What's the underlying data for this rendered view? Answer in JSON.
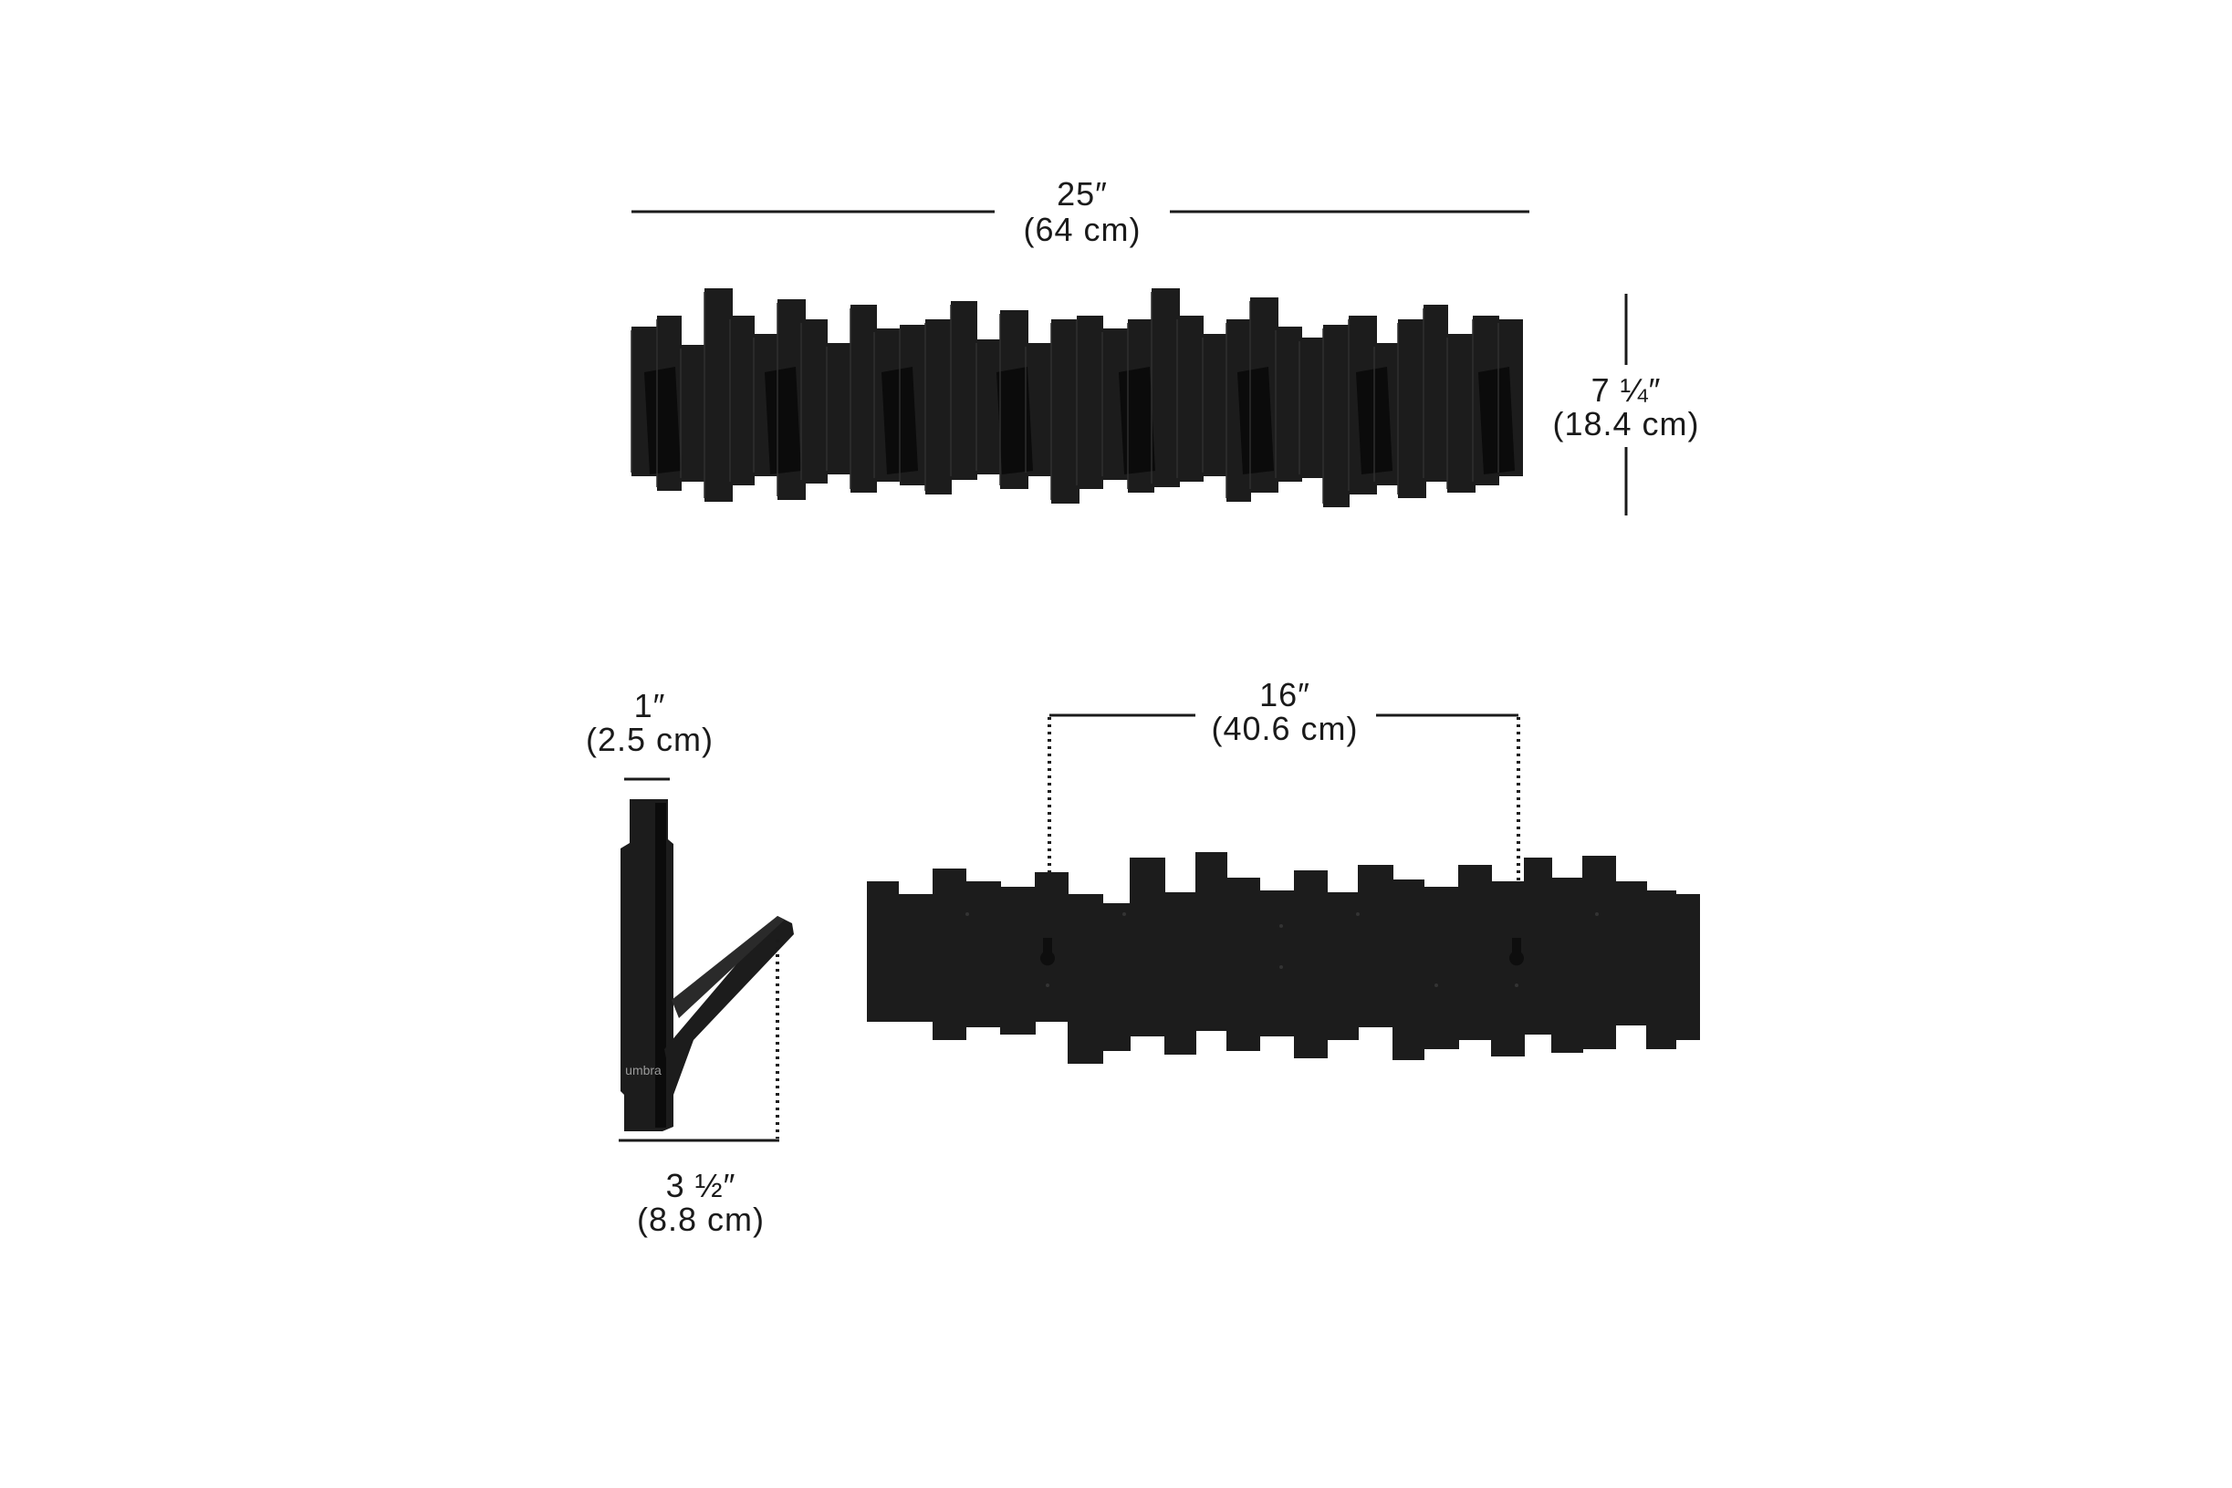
{
  "colors": {
    "background": "#ffffff",
    "product": "#1c1c1c",
    "product_shadow": "#0b0b0b",
    "ink": "#1a1a1a"
  },
  "front_view": {
    "width_label": {
      "in": "25″",
      "cm": "(64 cm)"
    },
    "height_label": {
      "in": "7 ¼″",
      "cm": "(18.4 cm)"
    },
    "hook_count": 8
  },
  "side_view": {
    "depth_label": {
      "in": "1″",
      "cm": "(2.5 cm)"
    },
    "extended_label": {
      "in": "3 ½″",
      "cm": "(8.8 cm)"
    },
    "brand_mark": "umbra"
  },
  "back_view": {
    "mount_spacing_label": {
      "in": "16″",
      "cm": "(40.6 cm)"
    }
  }
}
